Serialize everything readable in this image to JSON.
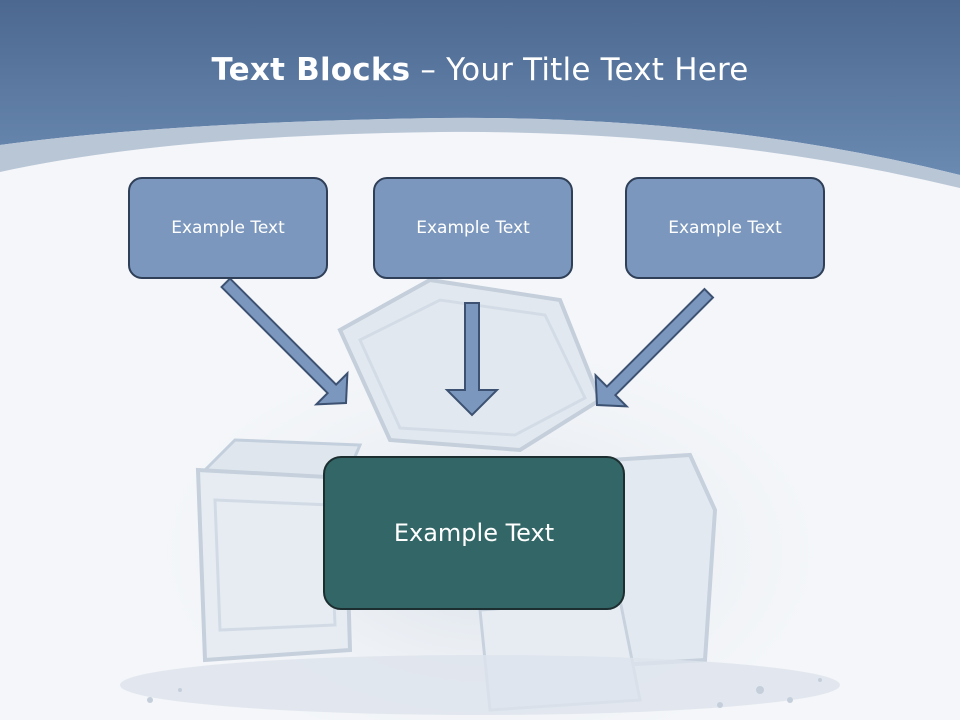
{
  "title": {
    "bold_part": "Text Blocks",
    "rest": "– Your Title Text Here"
  },
  "diagram": {
    "top_blocks": [
      "Example Text",
      "Example Text",
      "Example Text"
    ],
    "bottom_block": "Example Text",
    "colors": {
      "header": "#5f7fa8",
      "header_band": "#b9c6d6",
      "top_block_fill": "#7b97bd",
      "bottom_block_fill": "#336666",
      "arrow_fill": "#7b97bd"
    }
  }
}
